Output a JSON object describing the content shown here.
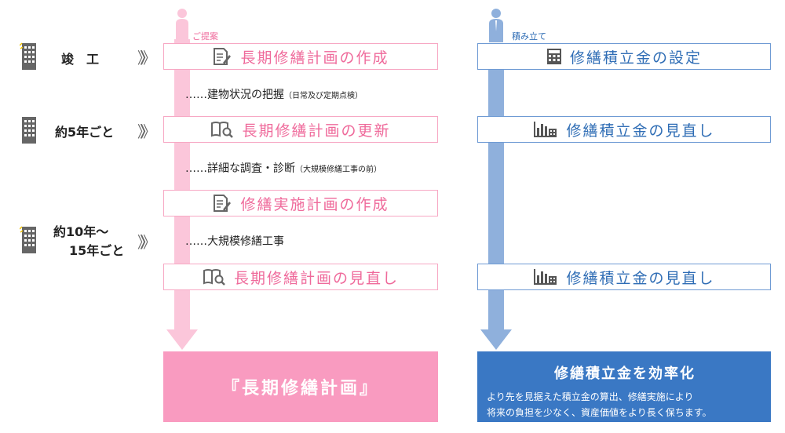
{
  "headers": {
    "left": "ご提案",
    "right": "積み立て"
  },
  "timeline": {
    "stage1": "竣　工",
    "stage2": "約5年ごと",
    "stage3_line1": "約10年〜",
    "stage3_line2": "15年ごと"
  },
  "plan_steps": [
    "長期修繕計画の作成",
    "長期修繕計画の更新",
    "修繕実施計画の作成",
    "長期修繕計画の見直し"
  ],
  "fund_steps": [
    "修繕積立金の設定",
    "修繕積立金の見直し",
    "修繕積立金の見直し"
  ],
  "notes": [
    {
      "main": "……建物状況の把握",
      "sub": "（日常及び定期点検）"
    },
    {
      "main": "……詳細な調査・診断",
      "sub": "（大規模修繕工事の前）"
    },
    {
      "main": "……大規模修繕工事",
      "sub": ""
    }
  ],
  "results": {
    "left": "『長期修繕計画』",
    "right_title": "修繕積立金を効率化",
    "right_body_line1": "より先を見据えた積立金の算出、修繕実施により",
    "right_body_line2": "将来の負担を少なく、資産価値をより長く保ちます。"
  },
  "colors": {
    "pink": "#f99bc0",
    "pink_text": "#ef6a9b",
    "blue": "#3a78c4",
    "blue_text": "#2f6db5",
    "pink_shaft": "#fbc6da",
    "blue_shaft": "#8fb0dc"
  },
  "icons": {
    "plan_create": "document-pen-icon",
    "plan_review": "book-magnifier-icon",
    "fund_set": "calculator-icon",
    "fund_review": "bar-chart-calculator-icon",
    "timeline": "building-icon",
    "header_left": "woman-silhouette-icon",
    "header_right": "man-silhouette-icon"
  }
}
